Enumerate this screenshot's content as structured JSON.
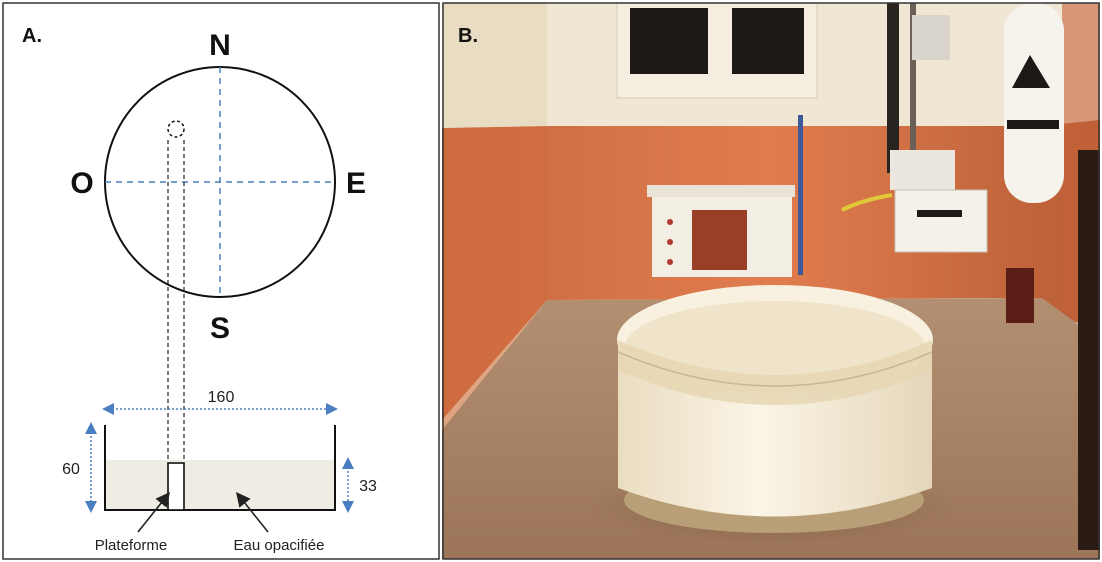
{
  "panel_a": {
    "label": "A.",
    "compass": {
      "north": "N",
      "south": "S",
      "east": "E",
      "west": "O"
    },
    "dimensions": {
      "width": "160",
      "height": "60",
      "water_depth": "33"
    },
    "callouts": {
      "platform": "Plateforme",
      "water": "Eau opacifiée"
    }
  },
  "panel_b": {
    "label": "B."
  },
  "colors": {
    "dashed_lines": "#4a7ec0",
    "arrows": "#4a7ec0",
    "water_fill": "#eeece3",
    "wall_orange": "#d9774a",
    "wall_cream": "#efe6d3",
    "floor": "#b18a6c",
    "pool": "#f7f0dd"
  }
}
